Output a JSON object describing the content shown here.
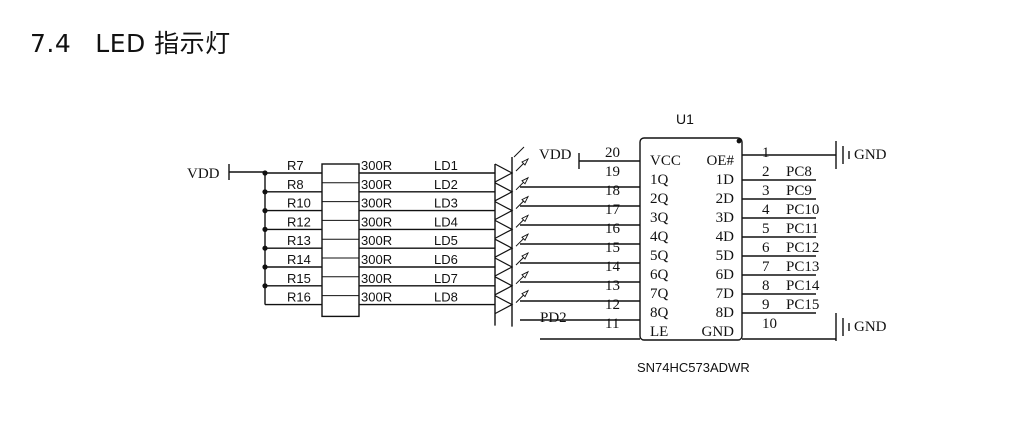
{
  "heading": {
    "number": "7.4",
    "title": "LED 指示灯"
  },
  "schematic": {
    "supply_left": "VDD",
    "supply_ic": "VDD",
    "gnd_label": "GND",
    "latch_enable_net": "PD2",
    "ic": {
      "designator": "U1",
      "part_number": "SN74HC573ADWR",
      "left_pins": [
        {
          "num": "20",
          "name": "VCC"
        },
        {
          "num": "19",
          "name": "1Q"
        },
        {
          "num": "18",
          "name": "2Q"
        },
        {
          "num": "17",
          "name": "3Q"
        },
        {
          "num": "16",
          "name": "4Q"
        },
        {
          "num": "15",
          "name": "5Q"
        },
        {
          "num": "14",
          "name": "6Q"
        },
        {
          "num": "13",
          "name": "7Q"
        },
        {
          "num": "12",
          "name": "8Q"
        },
        {
          "num": "11",
          "name": "LE"
        }
      ],
      "right_pins": [
        {
          "num": "1",
          "name": "OE#",
          "net": ""
        },
        {
          "num": "2",
          "name": "1D",
          "net": "PC8"
        },
        {
          "num": "3",
          "name": "2D",
          "net": "PC9"
        },
        {
          "num": "4",
          "name": "3D",
          "net": "PC10"
        },
        {
          "num": "5",
          "name": "4D",
          "net": "PC11"
        },
        {
          "num": "6",
          "name": "5D",
          "net": "PC12"
        },
        {
          "num": "7",
          "name": "6D",
          "net": "PC13"
        },
        {
          "num": "8",
          "name": "7D",
          "net": "PC14"
        },
        {
          "num": "9",
          "name": "8D",
          "net": "PC15"
        },
        {
          "num": "10",
          "name": "GND",
          "net": ""
        }
      ]
    },
    "channels": [
      {
        "resistor": "R7",
        "value": "300R",
        "led": "LD1"
      },
      {
        "resistor": "R8",
        "value": "300R",
        "led": "LD2"
      },
      {
        "resistor": "R10",
        "value": "300R",
        "led": "LD3"
      },
      {
        "resistor": "R12",
        "value": "300R",
        "led": "LD4"
      },
      {
        "resistor": "R13",
        "value": "300R",
        "led": "LD5"
      },
      {
        "resistor": "R14",
        "value": "300R",
        "led": "LD6"
      },
      {
        "resistor": "R15",
        "value": "300R",
        "led": "LD7"
      },
      {
        "resistor": "R16",
        "value": "300R",
        "led": "LD8"
      }
    ]
  }
}
